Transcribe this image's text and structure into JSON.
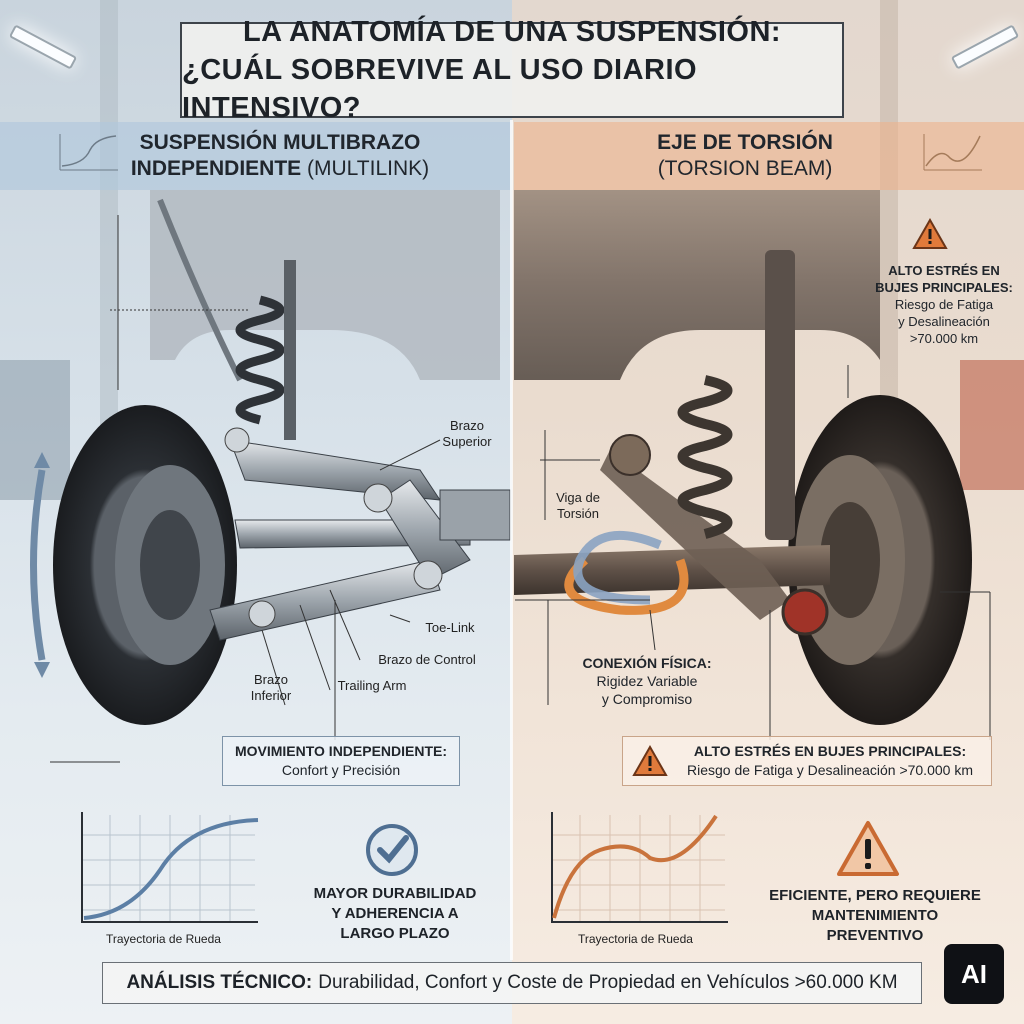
{
  "header": {
    "title_line1": "LA ANATOMÍA DE UNA SUSPENSIÓN:",
    "title_line2": "¿CUÁL SOBREVIVE AL USO DIARIO INTENSIVO?"
  },
  "left": {
    "title_bold": "SUSPENSIÓN MULTIBRAZO INDEPENDIENTE",
    "title_light": "(MULTILINK)",
    "labels": {
      "brazo_superior": "Brazo\nSuperior",
      "toe_link": "Toe-Link",
      "brazo_control": "Brazo de Control",
      "trailing_arm": "Trailing Arm",
      "brazo_inferior": "Brazo\nInferior"
    },
    "note_title": "MOVIMIENTO INDEPENDIENTE:",
    "note_text": "Confort y Precisión",
    "graph_caption": "Trayectoria de Rueda",
    "conclusion": "MAYOR DURABILIDAD\nY ADHERENCIA A\nLARGO PLAZO",
    "accent": "#7d99b5"
  },
  "right": {
    "title_bold": "EJE DE TORSIÓN",
    "title_light": "(TORSION BEAM)",
    "labels": {
      "viga": "Viga de\nTorsión"
    },
    "stress_top_title": "ALTO ESTRÉS EN\nBUJES PRINCIPALES:",
    "stress_top_text": "Riesgo de Fatiga\ny Desalineación\n>70.000 km",
    "conexion_title": "CONEXIÓN FÍSICA:",
    "conexion_text": "Rigidez Variable\ny Compromiso",
    "stress_box_title": "ALTO ESTRÉS EN BUJES PRINCIPALES:",
    "stress_box_text": "Riesgo de Fatiga y Desalineación >70.000 km",
    "graph_caption": "Trayectoria de Rueda",
    "conclusion": "EFICIENTE, PERO REQUIERE\nMANTENIMIENTO\nPREVENTIVO",
    "accent": "#d2783f",
    "warning_color": "#e07a3b"
  },
  "footer": {
    "bold": "ANÁLISIS TÉCNICO:",
    "text": "Durabilidad, Confort y Coste de Propiedad en Vehículos >60.000 KM"
  },
  "badge": "AI",
  "icons": [
    "check-badge-icon",
    "warning-triangle-icon"
  ]
}
